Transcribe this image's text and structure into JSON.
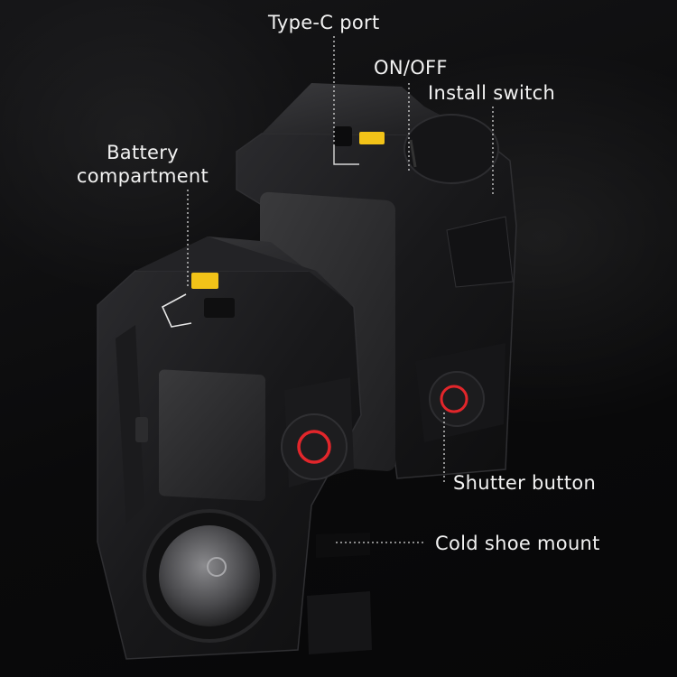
{
  "labels": {
    "type_c_port": "Type-C port",
    "on_off": "ON/OFF",
    "install_switch": "Install switch",
    "battery_line1": "Battery",
    "battery_line2": "compartment",
    "shutter_button": "Shutter button",
    "cold_shoe_mount": "Cold shoe mount"
  },
  "colors": {
    "background": "#0b0b0c",
    "cage_body": "#1c1c1e",
    "accent_yellow": "#f2c318",
    "shutter_red": "#e2262b",
    "label_text": "#f2f2f2"
  }
}
